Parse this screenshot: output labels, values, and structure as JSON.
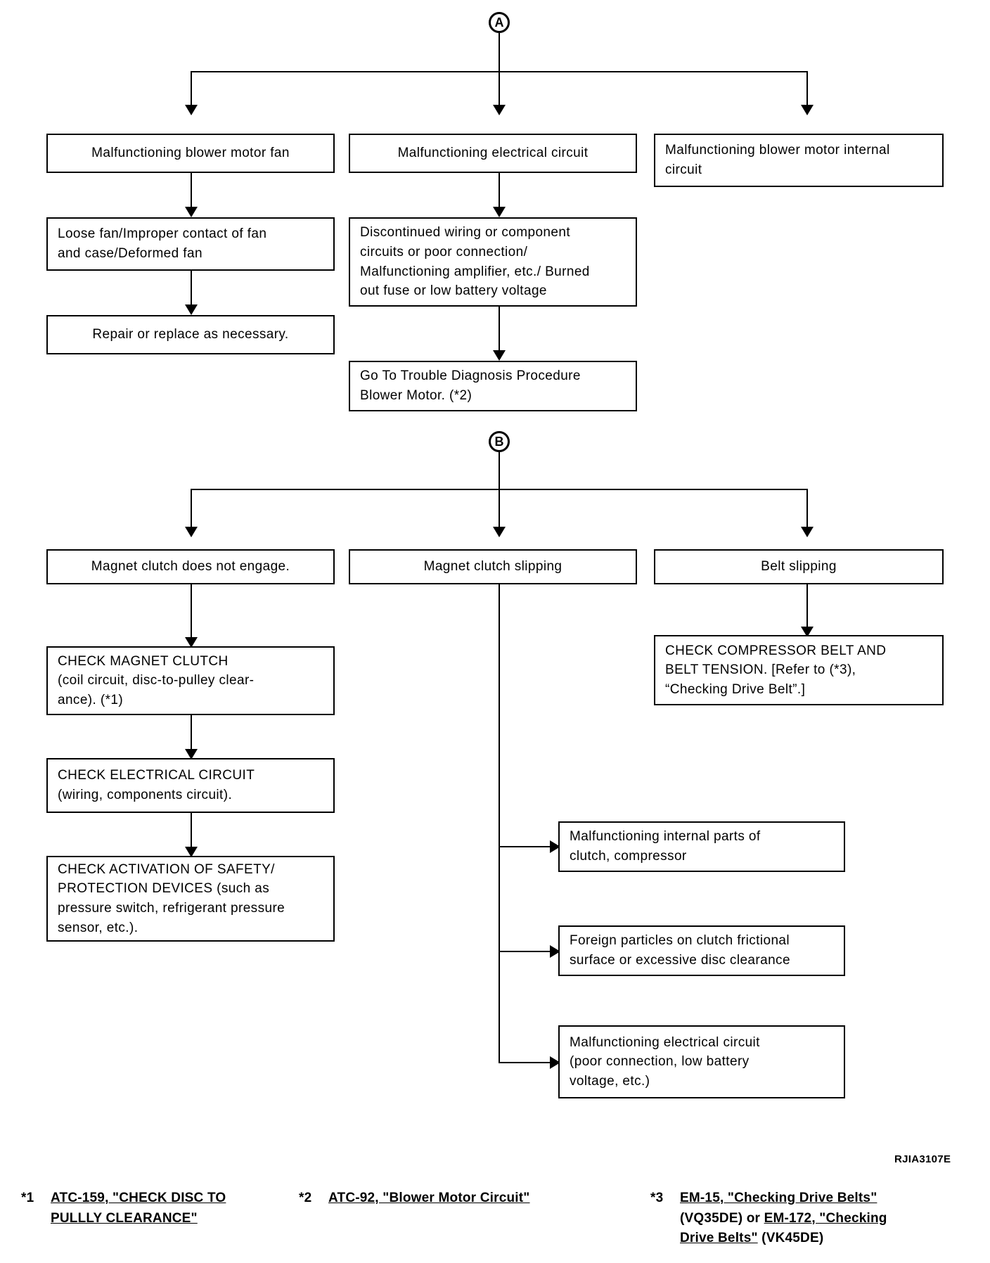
{
  "figure": {
    "code": "RJIA3107E",
    "connectors": {
      "a_label": "A",
      "b_label": "B"
    }
  },
  "section_a": {
    "branches": [
      {
        "cause": "Malfunctioning blower motor fan",
        "detail": "Loose fan/Improper contact of fan\nand case/Deformed fan",
        "action": "Repair or replace as necessary."
      },
      {
        "cause": "Malfunctioning electrical circuit",
        "detail": "Discontinued wiring or component\ncircuits or poor connection/\nMalfunctioning amplifier, etc./ Burned\nout fuse or low battery voltage",
        "action": "Go To Trouble Diagnosis Procedure\nBlower Motor. (*2)"
      },
      {
        "cause": "Malfunctioning blower motor internal\ncircuit"
      }
    ]
  },
  "section_b": {
    "branches": [
      {
        "cause": "Magnet clutch does not engage.",
        "steps": [
          "CHECK MAGNET CLUTCH\n(coil circuit, disc-to-pulley clear-\nance). (*1)",
          "CHECK ELECTRICAL CIRCUIT\n(wiring, components circuit).",
          "CHECK ACTIVATION OF SAFETY/\nPROTECTION DEVICES (such as\npressure switch, refrigerant pressure\nsensor, etc.)."
        ]
      },
      {
        "cause": "Magnet clutch slipping",
        "results": [
          "Malfunctioning internal parts of\nclutch, compressor",
          "Foreign particles on clutch frictional\nsurface or excessive disc clearance",
          "Malfunctioning electrical circuit\n(poor connection, low battery\nvoltage, etc.)"
        ]
      },
      {
        "cause": "Belt slipping",
        "steps": [
          "CHECK COMPRESSOR BELT AND\nBELT TENSION. [Refer to (*3),\n  “Checking Drive Belt”.]"
        ]
      }
    ]
  },
  "footnotes": [
    {
      "mark": "*1",
      "line1_link": "ATC-159, \"CHECK DISC TO",
      "line2_link": "PULLLY CLEARANCE\""
    },
    {
      "mark": "*2",
      "line1_link": "ATC-92, \"Blower Motor Circuit\""
    },
    {
      "mark": "*3",
      "line1_link": "EM-15, \"Checking Drive Belts\"",
      "line2_plain": "(VQ35DE) or ",
      "line2_link": "EM-172, \"Checking",
      "line3_link": "Drive Belts\"",
      "line3_plain": " (VK45DE)"
    }
  ]
}
